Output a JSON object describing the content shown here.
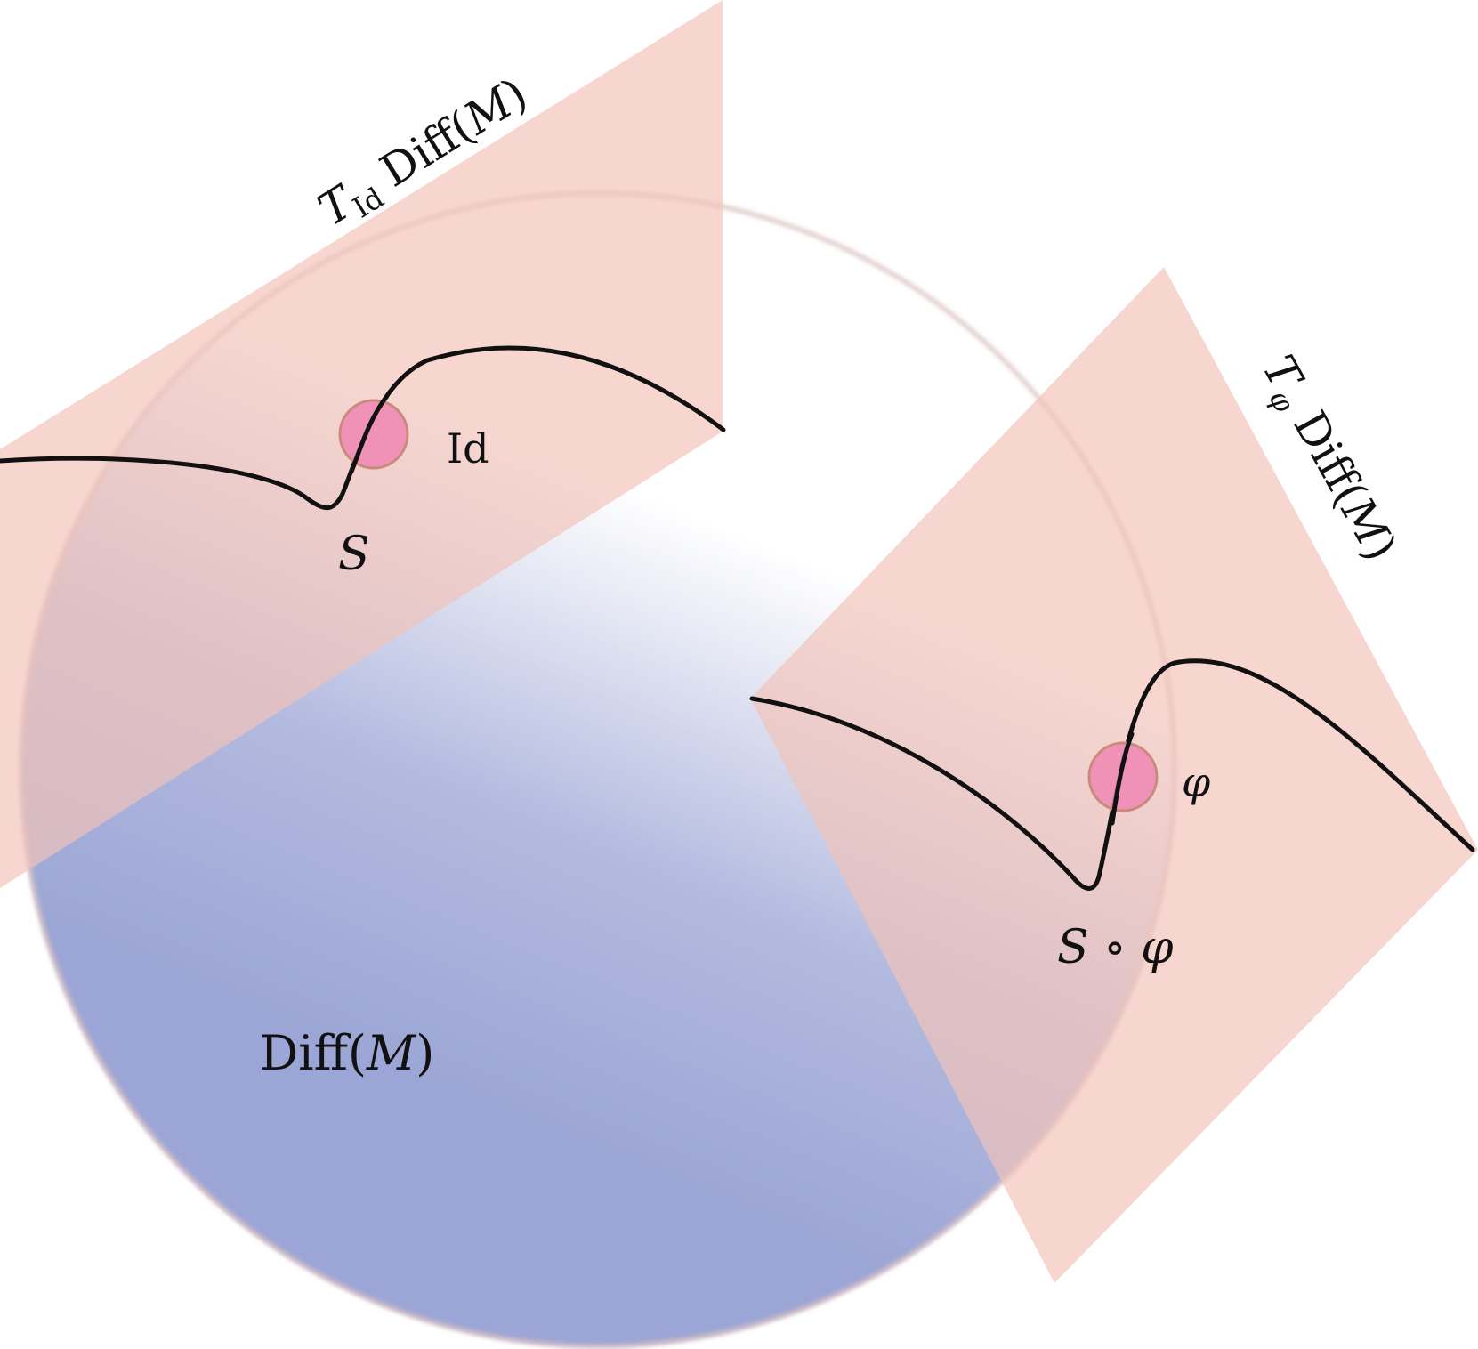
{
  "manifold": {
    "label_prefix": "Diff(",
    "label_var": "M",
    "label_suffix": ")",
    "colors": {
      "gradient_light": "#ffffff",
      "gradient_dark": "#9ca6d6",
      "rim": "#c9a7a7"
    }
  },
  "tangent_id": {
    "T": "T",
    "subscript": "Id",
    "rest_prefix": " Diff(",
    "rest_var": "M",
    "rest_suffix": ")",
    "point_label": "Id",
    "curve_label": "S"
  },
  "tangent_phi": {
    "T": "T",
    "subscript": "φ",
    "rest_prefix": " Diff(",
    "rest_var": "M",
    "rest_suffix": ")",
    "point_label": "φ",
    "curve_label_S": "S",
    "curve_label_rest": " ∘ φ"
  },
  "colors": {
    "plane": "#f2c2b8",
    "point_fill": "#f08bb5",
    "point_stroke": "#c98a7a",
    "curve": "#111111"
  }
}
